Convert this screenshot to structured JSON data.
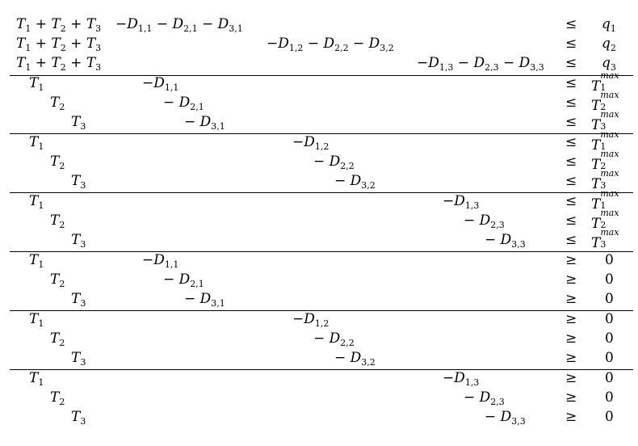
{
  "rows": [
    {
      "lhs": [
        {
          "t": "T",
          "s": "1"
        },
        {
          "op": "+"
        },
        {
          "t": "T",
          "s": "2"
        },
        {
          "op": "+"
        },
        {
          "t": "T",
          "s": "3"
        }
      ],
      "d": [
        {
          "col": 0,
          "terms": [
            {
              "t": "D",
              "s": "1,1"
            },
            {
              "t": "D",
              "s": "2,1"
            },
            {
              "t": "D",
              "s": "3,1"
            }
          ]
        }
      ],
      "rel": "≤",
      "rhs": {
        "t": "q",
        "s": "1"
      }
    },
    {
      "lhs": [
        {
          "t": "T",
          "s": "1"
        },
        {
          "op": "+"
        },
        {
          "t": "T",
          "s": "2"
        },
        {
          "op": "+"
        },
        {
          "t": "T",
          "s": "3"
        }
      ],
      "d": [
        {
          "col": 1,
          "terms": [
            {
              "t": "D",
              "s": "1,2"
            },
            {
              "t": "D",
              "s": "2,2"
            },
            {
              "t": "D",
              "s": "3,2"
            }
          ]
        }
      ],
      "rel": "≤",
      "rhs": {
        "t": "q",
        "s": "2"
      }
    },
    {
      "lhs": [
        {
          "t": "T",
          "s": "1"
        },
        {
          "op": "+"
        },
        {
          "t": "T",
          "s": "2"
        },
        {
          "op": "+"
        },
        {
          "t": "T",
          "s": "3"
        }
      ],
      "d": [
        {
          "col": 2,
          "terms": [
            {
              "t": "D",
              "s": "1,3"
            },
            {
              "t": "D",
              "s": "2,3"
            },
            {
              "t": "D",
              "s": "3,3"
            }
          ]
        }
      ],
      "rel": "≤",
      "rhs": {
        "t": "q",
        "s": "3"
      }
    },
    {
      "block": 1,
      "i": 1,
      "t": "T",
      "s": "1",
      "col": 0,
      "dterm": {
        "t": "D",
        "s": "1,1"
      },
      "rel": "≤",
      "rhs": {
        "t": "T",
        "sup": "max",
        "s": "1"
      }
    },
    {
      "block": 1,
      "i": 2,
      "t": "T",
      "s": "2",
      "col": 0,
      "dterm": {
        "t": "D",
        "s": "2,1"
      },
      "rel": "≤",
      "rhs": {
        "t": "T",
        "sup": "max",
        "s": "2"
      }
    },
    {
      "block": 1,
      "i": 3,
      "t": "T",
      "s": "3",
      "col": 0,
      "dterm": {
        "t": "D",
        "s": "3,1"
      },
      "rel": "≤",
      "rhs": {
        "t": "T",
        "sup": "max",
        "s": "3"
      }
    },
    {
      "block": 2,
      "i": 1,
      "t": "T",
      "s": "1",
      "col": 1,
      "dterm": {
        "t": "D",
        "s": "1,2"
      },
      "rel": "≤",
      "rhs": {
        "t": "T",
        "sup": "max",
        "s": "1"
      }
    },
    {
      "block": 2,
      "i": 2,
      "t": "T",
      "s": "2",
      "col": 1,
      "dterm": {
        "t": "D",
        "s": "2,2"
      },
      "rel": "≤",
      "rhs": {
        "t": "T",
        "sup": "max",
        "s": "2"
      }
    },
    {
      "block": 2,
      "i": 3,
      "t": "T",
      "s": "3",
      "col": 1,
      "dterm": {
        "t": "D",
        "s": "3,2"
      },
      "rel": "≤",
      "rhs": {
        "t": "T",
        "sup": "max",
        "s": "3"
      }
    },
    {
      "block": 3,
      "i": 1,
      "t": "T",
      "s": "1",
      "col": 2,
      "dterm": {
        "t": "D",
        "s": "1,3"
      },
      "rel": "≤",
      "rhs": {
        "t": "T",
        "sup": "max",
        "s": "1"
      }
    },
    {
      "block": 3,
      "i": 2,
      "t": "T",
      "s": "2",
      "col": 2,
      "dterm": {
        "t": "D",
        "s": "2,3"
      },
      "rel": "≤",
      "rhs": {
        "t": "T",
        "sup": "max",
        "s": "2"
      }
    },
    {
      "block": 3,
      "i": 3,
      "t": "T",
      "s": "3",
      "col": 2,
      "dterm": {
        "t": "D",
        "s": "3,3"
      },
      "rel": "≤",
      "rhs": {
        "t": "T",
        "sup": "max",
        "s": "3"
      }
    },
    {
      "block": 4,
      "i": 1,
      "t": "T",
      "s": "1",
      "col": 0,
      "dterm": {
        "t": "D",
        "s": "1,1"
      },
      "rel": "≥",
      "rhs": {
        "num": "0"
      }
    },
    {
      "block": 4,
      "i": 2,
      "t": "T",
      "s": "2",
      "col": 0,
      "dterm": {
        "t": "D",
        "s": "2,1"
      },
      "rel": "≥",
      "rhs": {
        "num": "0"
      }
    },
    {
      "block": 4,
      "i": 3,
      "t": "T",
      "s": "3",
      "col": 0,
      "dterm": {
        "t": "D",
        "s": "3,1"
      },
      "rel": "≥",
      "rhs": {
        "num": "0"
      }
    },
    {
      "block": 5,
      "i": 1,
      "t": "T",
      "s": "1",
      "col": 1,
      "dterm": {
        "t": "D",
        "s": "1,2"
      },
      "rel": "≥",
      "rhs": {
        "num": "0"
      }
    },
    {
      "block": 5,
      "i": 2,
      "t": "T",
      "s": "2",
      "col": 1,
      "dterm": {
        "t": "D",
        "s": "2,2"
      },
      "rel": "≥",
      "rhs": {
        "num": "0"
      }
    },
    {
      "block": 5,
      "i": 3,
      "t": "T",
      "s": "3",
      "col": 1,
      "dterm": {
        "t": "D",
        "s": "3,2"
      },
      "rel": "≥",
      "rhs": {
        "num": "0"
      }
    },
    {
      "block": 6,
      "i": 1,
      "t": "T",
      "s": "1",
      "col": 2,
      "dterm": {
        "t": "D",
        "s": "1,3"
      },
      "rel": "≥",
      "rhs": {
        "num": "0"
      }
    },
    {
      "block": 6,
      "i": 2,
      "t": "T",
      "s": "2",
      "col": 2,
      "dterm": {
        "t": "D",
        "s": "2,3"
      },
      "rel": "≥",
      "rhs": {
        "num": "0"
      }
    },
    {
      "block": 6,
      "i": 3,
      "t": "T",
      "s": "3",
      "col": 2,
      "dterm": {
        "t": "D",
        "s": "3,3"
      },
      "rel": "≥",
      "rhs": {
        "num": "0"
      }
    }
  ]
}
